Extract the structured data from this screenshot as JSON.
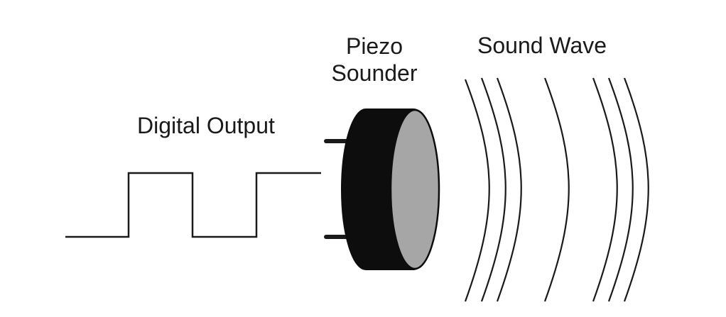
{
  "labels": {
    "digital_output": "Digital Output",
    "piezo_line1": "Piezo",
    "piezo_line2": "Sounder",
    "sound_wave": "Sound Wave"
  },
  "colors": {
    "stroke": "#1a1a1a",
    "body": "#0d0d0d",
    "face": "#a6a6a6"
  }
}
